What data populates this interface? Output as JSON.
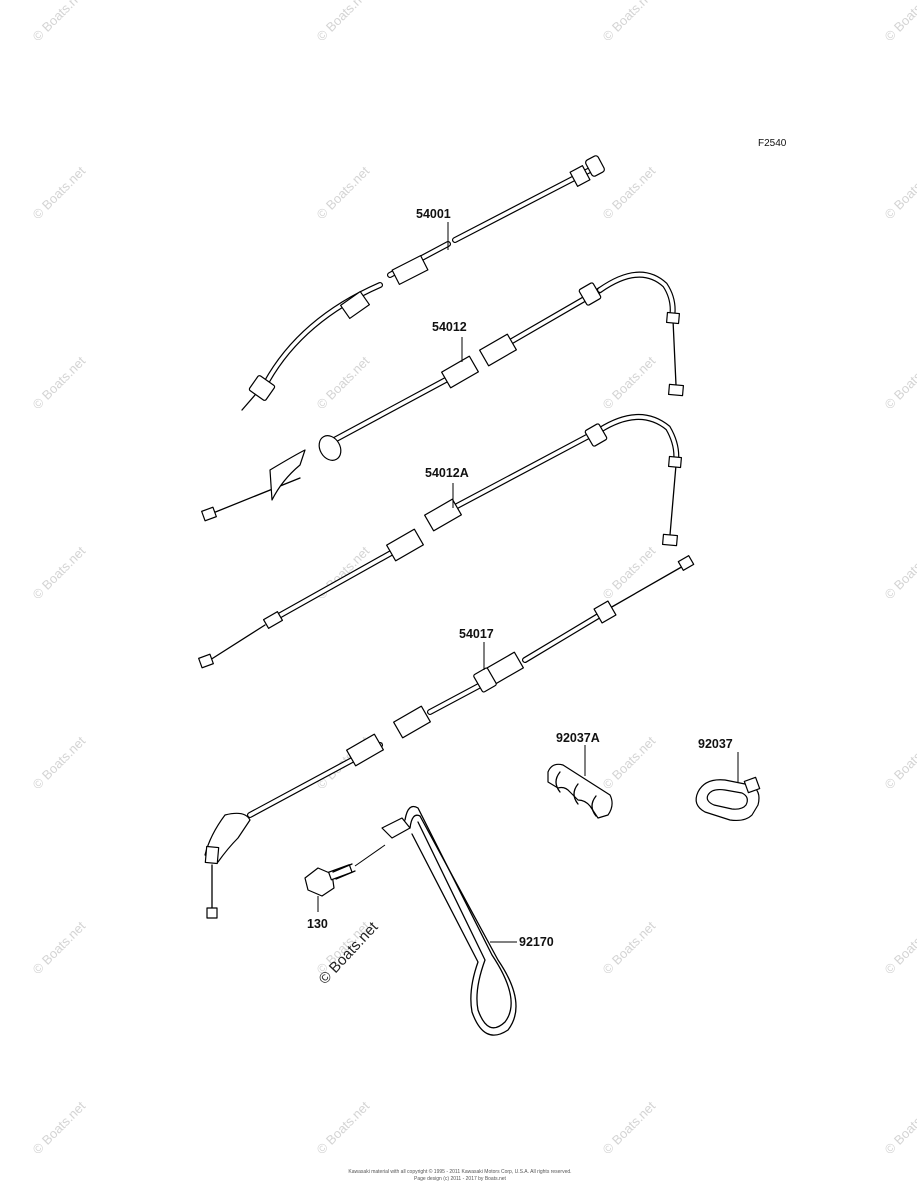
{
  "figure_code": "F2540",
  "parts": [
    {
      "number": "54001"
    },
    {
      "number": "54012"
    },
    {
      "number": "54012A"
    },
    {
      "number": "54017"
    },
    {
      "number": "92037A"
    },
    {
      "number": "92037"
    },
    {
      "number": "130"
    },
    {
      "number": "92170"
    }
  ],
  "watermark": "© Boats.net",
  "footer": {
    "line1": "Kawasaki material with all copyright © 1995 - 2011 Kawasaki Motors Corp, U.S.A. All rights reserved.",
    "line2": "Page design (c) 2011 - 2017 by Boats.net"
  }
}
